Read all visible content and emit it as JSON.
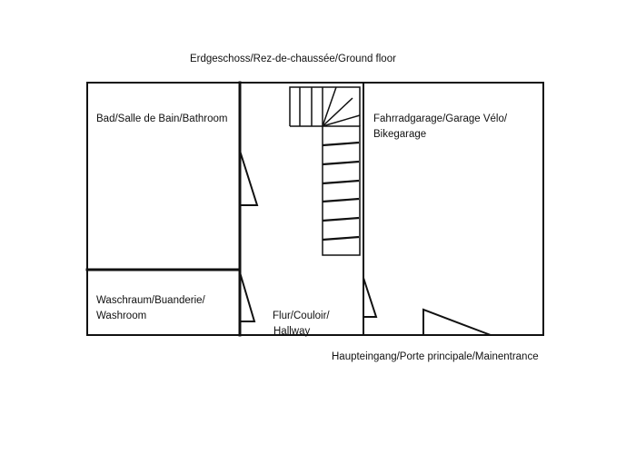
{
  "diagram": {
    "title": "Erdgeschoss/Rez-de-chaussée/Ground floor",
    "rooms": {
      "bathroom": {
        "label": "Bad/Salle de Bain/Bathroom"
      },
      "washroom": {
        "lines": [
          "Waschraum/Buanderie/",
          "Washroom"
        ]
      },
      "hallway": {
        "lines": [
          "Flur/Couloir/",
          "Hallway"
        ]
      },
      "bike_garage": {
        "lines": [
          "Fahrradgarage/Garage Vélo/",
          "Bikegarage"
        ]
      }
    },
    "main_entrance": {
      "label": "Haupteingang/Porte principale/Mainentrance"
    },
    "colors": {
      "line": "#111111",
      "background": "#ffffff"
    }
  }
}
